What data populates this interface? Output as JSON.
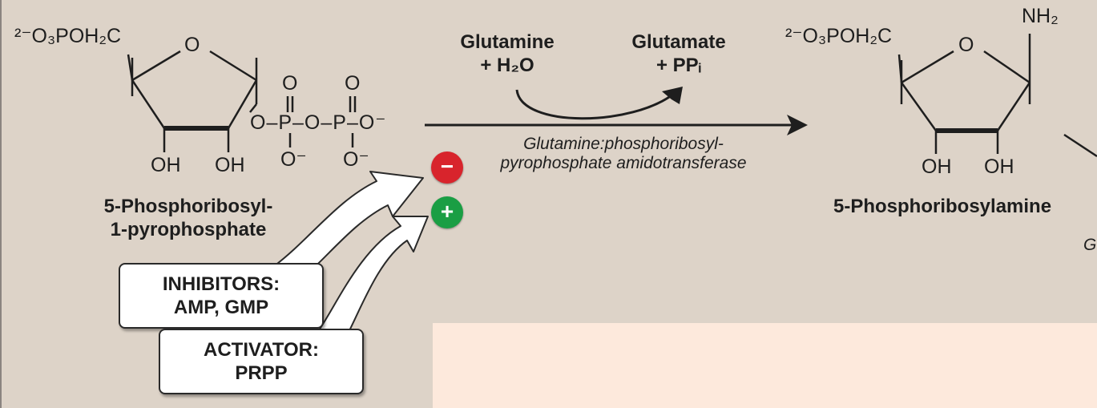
{
  "substrate": {
    "phosphate_group": "²⁻O₃POH₂C",
    "ring_o": "O",
    "pp_chain": "O–P–O–P–O⁻",
    "pp_top_o_1": "O",
    "pp_top_o_2": "O",
    "pp_bottom_o_1": "O⁻",
    "pp_bottom_o_2": "O⁻",
    "oh_1": "OH",
    "oh_2": "OH",
    "name_line1": "5-Phosphoribosyl-",
    "name_line2": "1-pyrophosphate"
  },
  "reaction": {
    "reactant_name": "Glutamine",
    "reactant_extra": "+ H₂O",
    "product_name": "Glutamate",
    "product_extra": "+ PPᵢ",
    "enzyme_line1": "Glutamine:phosphoribosyl-",
    "enzyme_line2": "pyrophosphate amidotransferase",
    "inhibit_symbol": "−",
    "activate_symbol": "+",
    "inhibit_color": "#d8242c",
    "activate_color": "#1a9e44"
  },
  "product": {
    "phosphate_group": "²⁻O₃POH₂C",
    "ring_o": "O",
    "amine": "NH₂",
    "oh_1": "OH",
    "oh_2": "OH",
    "name": "5-Phosphoribosylamine",
    "cut_letter": "G"
  },
  "regulators": {
    "inhibitors_title": "INHIBITORS:",
    "inhibitors_list": "AMP, GMP",
    "activator_title": "ACTIVATOR:",
    "activator_list": "PRPP"
  }
}
